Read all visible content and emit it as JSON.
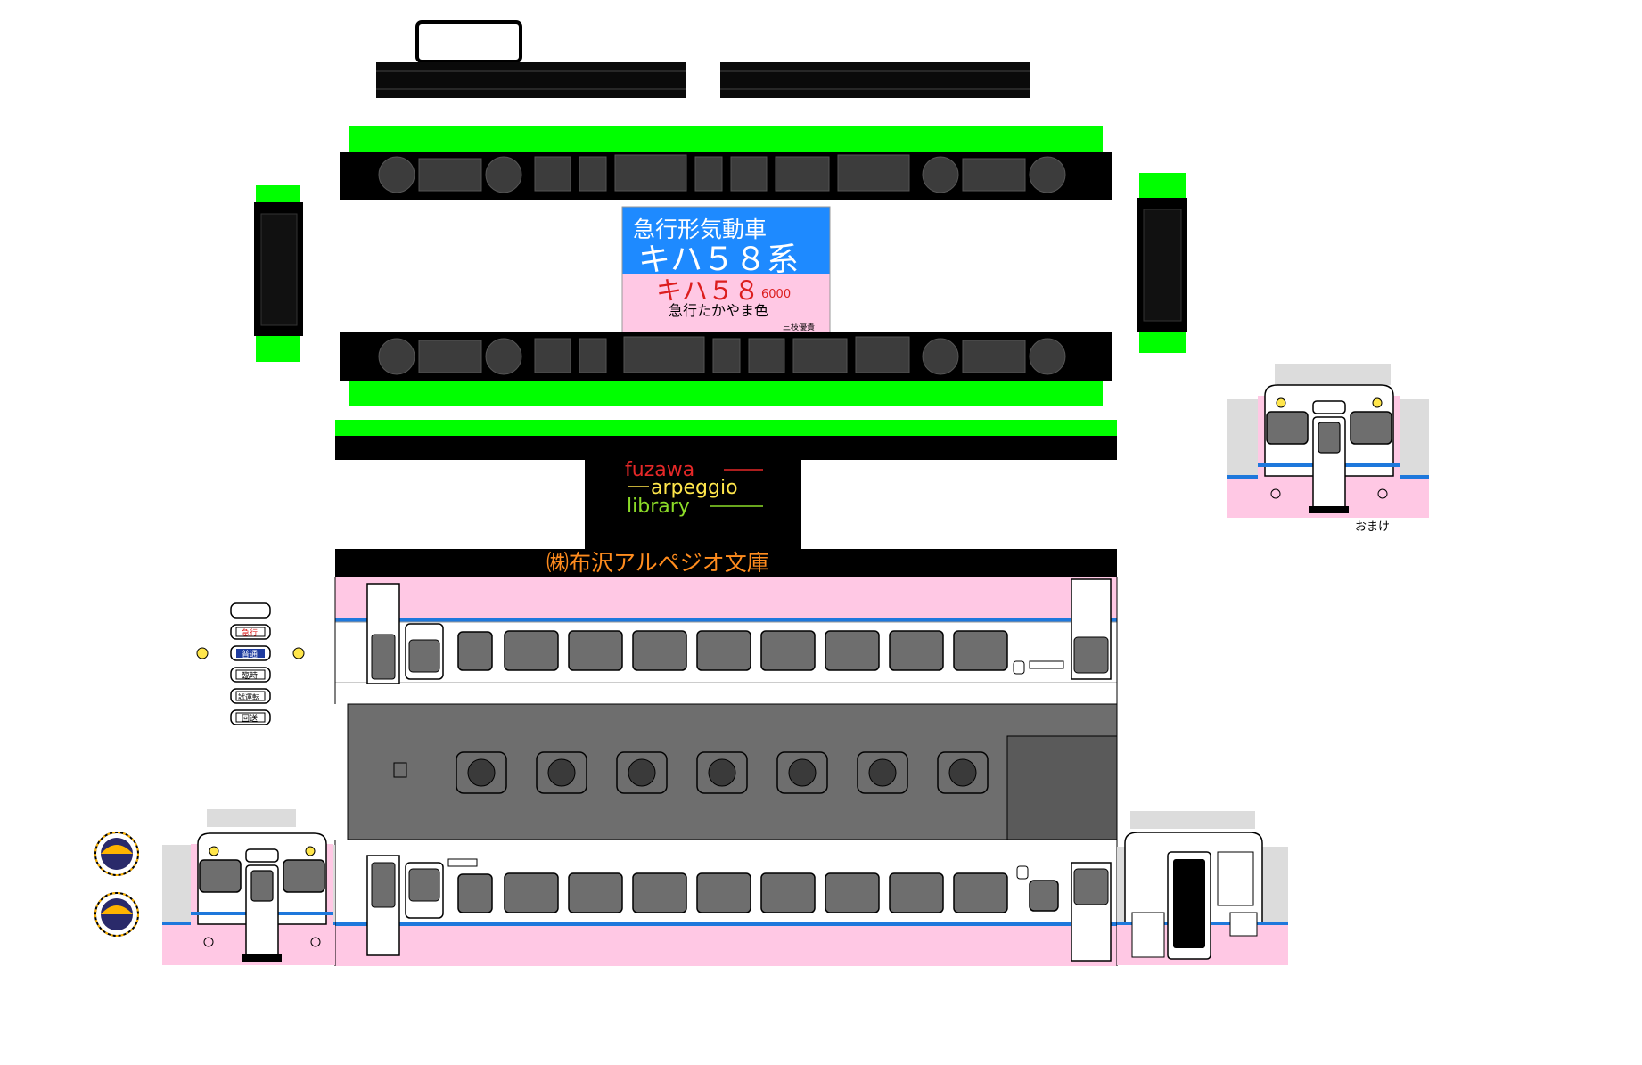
{
  "label": {
    "category": "急行形気動車",
    "series": "キハ５８系",
    "model": "キハ５８",
    "model_number": "6000",
    "livery": "急行たかやま色",
    "author": "三枝優貴"
  },
  "logo": {
    "line1": "fuzawa",
    "line2": "arpeggio",
    "line3": "library"
  },
  "banner": "㈱布沢アルペジオ文庫",
  "bonus_label": "おまけ",
  "destination_plates": [
    "",
    "急行",
    "普通",
    "臨時",
    "試運転",
    "回送"
  ],
  "colors": {
    "body_pink": "#ffc8e4",
    "stripe_blue": "#1e78dc",
    "label_blue": "#1e8aff",
    "glue_tab_green": "#00ff00",
    "roof_gray": "#6e6e6e"
  }
}
